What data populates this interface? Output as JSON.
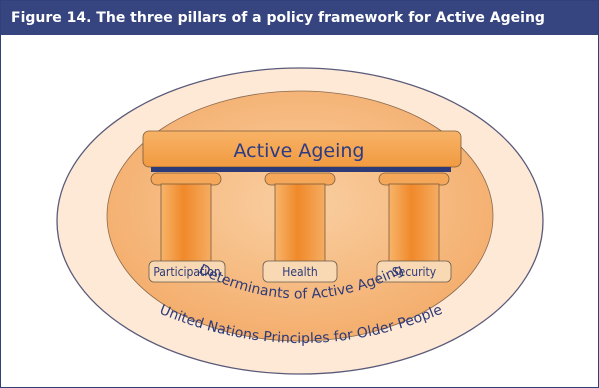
{
  "figure": {
    "title": "Figure 14. The three pillars of a policy framework for Active Ageing"
  },
  "diagram": {
    "roof_label": "Active Ageing",
    "pillars": [
      {
        "label": "Participation"
      },
      {
        "label": "Health"
      },
      {
        "label": "Security"
      }
    ],
    "inner_ring_label": "Determinants of Active Ageing",
    "outer_ring_label": "United Nations Principles for Older People"
  },
  "colors": {
    "header_bg": "#36457f",
    "outer_ellipse": "#fce8d4",
    "inner_ellipse": "#f5b57a",
    "pillar_orange": "#f29a3c",
    "outline_navy": "#2d3a78"
  }
}
